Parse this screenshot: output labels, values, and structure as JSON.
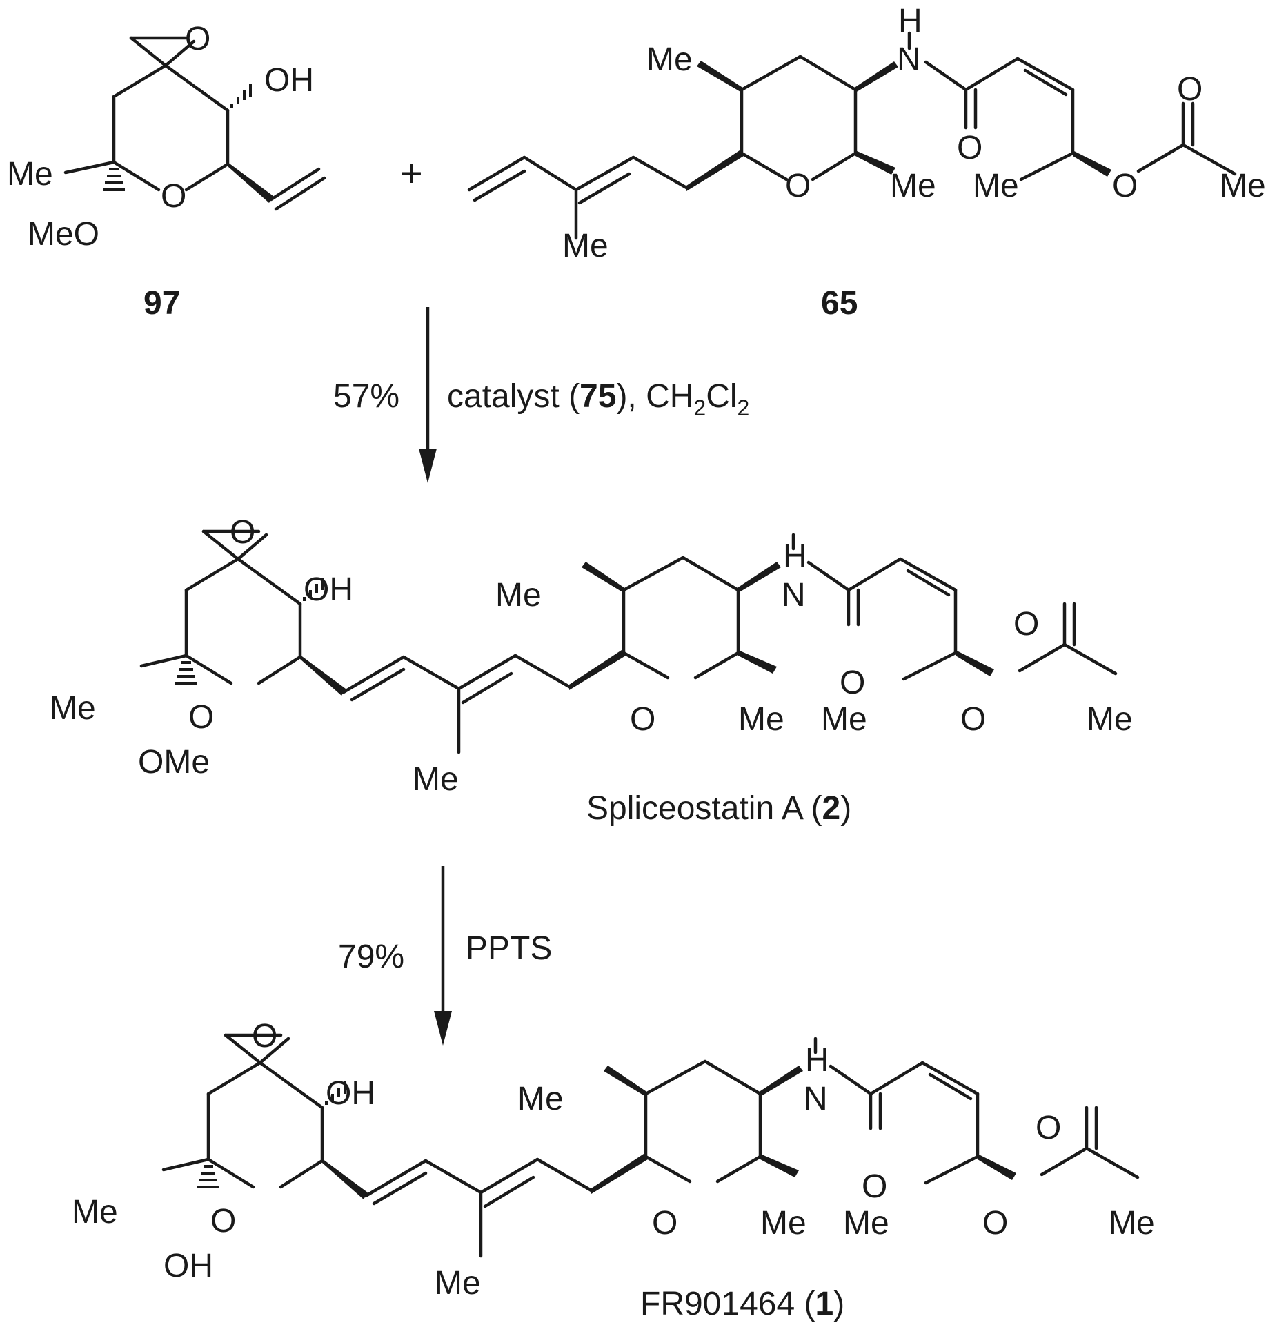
{
  "compounds": {
    "c97": "97",
    "c65": "65",
    "spliceostatin_name": "Spliceostatin A (",
    "spliceostatin_num": "2",
    "fr_name": "FR901464 (",
    "fr_num": "1",
    "close_paren": ")"
  },
  "plus": "+",
  "atoms": {
    "O": "O",
    "OH": "OH",
    "Me": "Me",
    "MeO": "MeO",
    "OMe": "OMe",
    "N": "N",
    "H": "H"
  },
  "steps": [
    {
      "yield": "57%",
      "reagent_prefix": "catalyst (",
      "reagent_num": "75",
      "reagent_suffix": "), CH",
      "sub1": "2",
      "cl": "Cl",
      "sub2": "2"
    },
    {
      "yield": "79%",
      "reagent": "PPTS"
    }
  ]
}
